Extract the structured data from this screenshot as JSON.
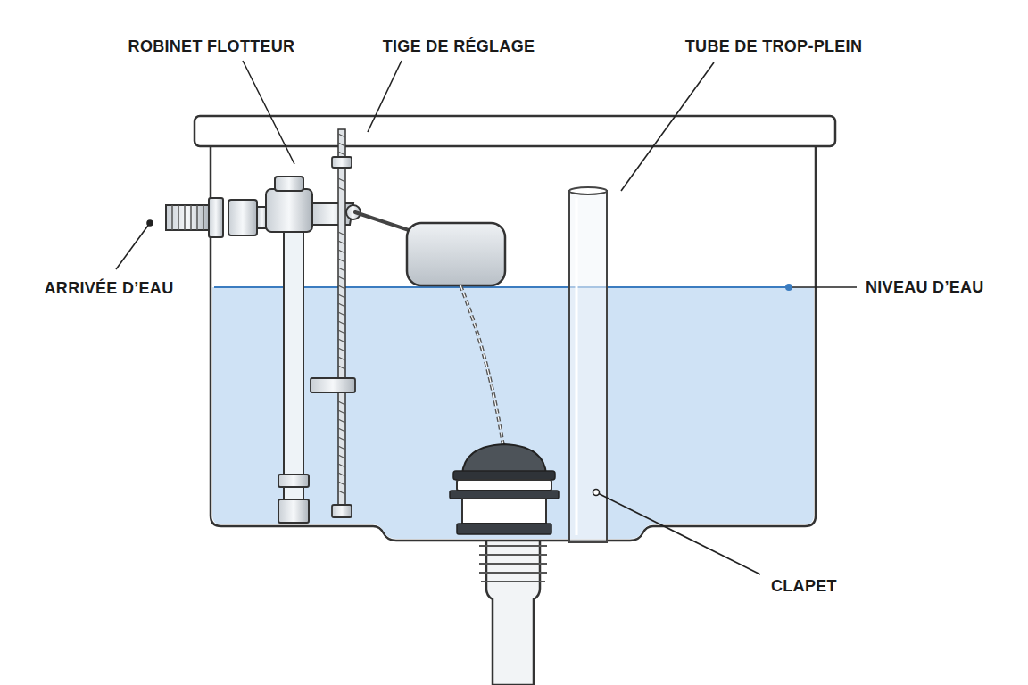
{
  "diagram": {
    "labels": [
      "ROBINET FLOTTEUR",
      "TIGE DE RÉGLAGE",
      "TUBE DE TROP-PLEIN",
      "ARRIVÉE D’EAU",
      "NIVEAU D’EAU",
      "CLAPET"
    ]
  }
}
